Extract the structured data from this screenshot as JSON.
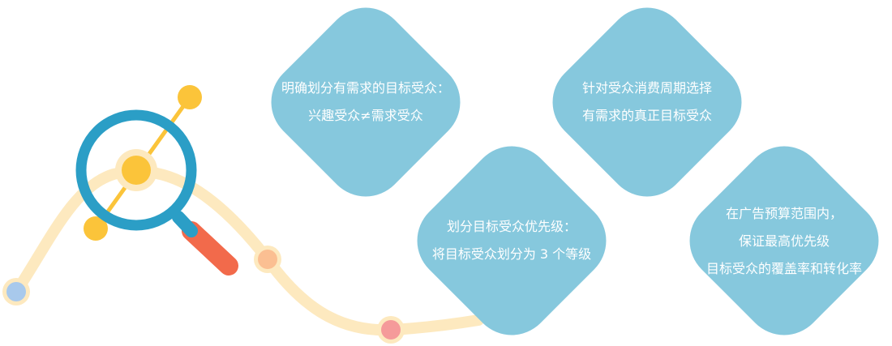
{
  "colors": {
    "blob_fill": "#86c8dd",
    "curve": "#fde9bf",
    "magnifier_ring": "#2b9ec6",
    "magnifier_handle": "#f26a4b",
    "yellow_dot": "#fbc43a",
    "dot_blue": "#a8c9ec",
    "dot_peach": "#fbbf92",
    "dot_pink": "#f59a9a",
    "text": "#ffffff"
  },
  "blobs": [
    {
      "lines": [
        "明确划分有需求的目标受众：",
        "兴趣受众≠需求受众"
      ]
    },
    {
      "lines": [
        "针对受众消费周期选择",
        "有需求的真正目标受众"
      ]
    },
    {
      "lines": [
        "划分目标受众优先级：",
        "将目标受众划分为 3 个等级"
      ]
    },
    {
      "lines": [
        "在广告预算范围内，",
        "保证最高优先级",
        "目标受众的覆盖率和转化率"
      ]
    }
  ],
  "icons": {
    "magnifier": "magnifier-icon",
    "node_connector": "dot-connector-icon"
  }
}
